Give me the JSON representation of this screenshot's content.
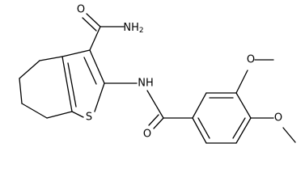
{
  "molecule": {
    "atoms": {
      "amide_carbonyl_o": "O",
      "amide_nh2": "NH",
      "amide_nh2_sub": "2",
      "sulfur": "S",
      "linker_nh": "NH",
      "benzoyl_o": "O",
      "methoxy_o_3": "O",
      "methoxy_o_4": "O"
    }
  },
  "colors": {
    "bond": "#000000",
    "label": "#000000",
    "background": "#ffffff"
  }
}
